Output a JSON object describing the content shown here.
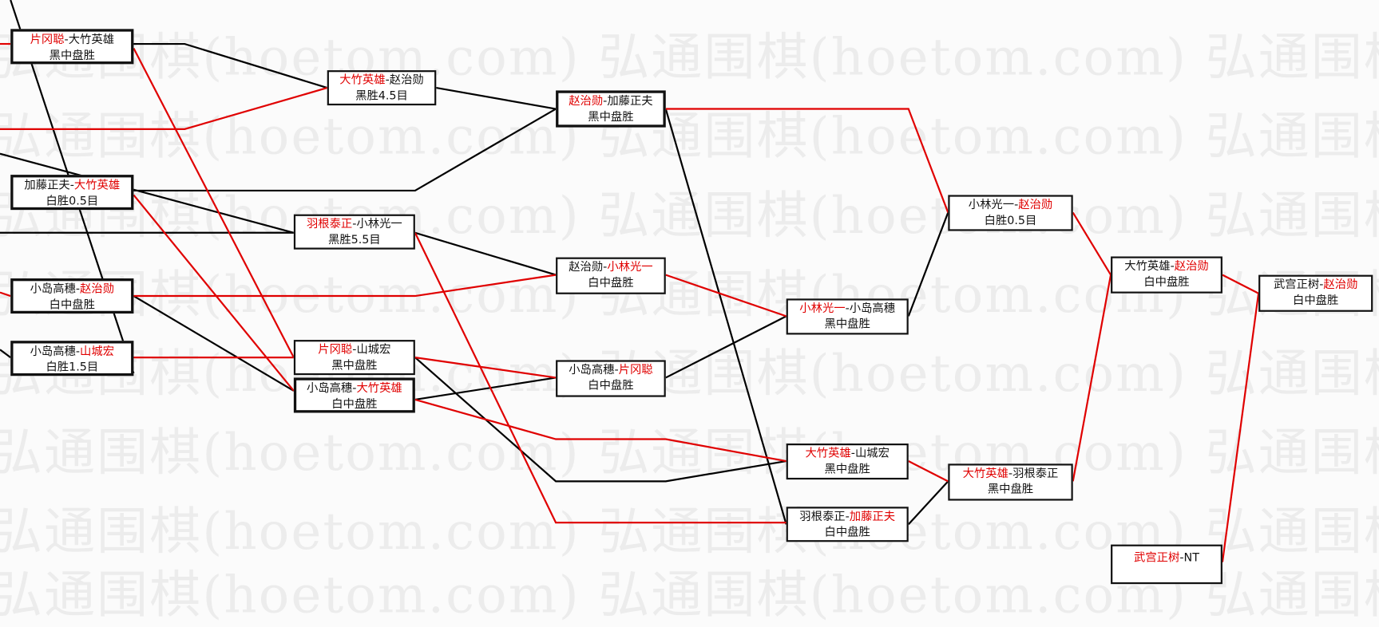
{
  "watermark": "弘通围棋(hoetom.com) 弘通围棋(hoetom.com) 弘通围棋(hoetom.com)",
  "colors": {
    "winner": "#e00000",
    "line_black": "#000000",
    "line_red": "#e00000"
  },
  "separator": "-",
  "games": [
    {
      "p1": "片冈聪",
      "p2": "大竹英雄",
      "result": "黑中盘胜"
    },
    {
      "p1": "加藤正夫",
      "p2": "大竹英雄",
      "result": "白胜0.5目"
    },
    {
      "p1": "小岛高穗",
      "p2": "赵治勋",
      "result": "白中盘胜"
    },
    {
      "p1": "小岛高穗",
      "p2": "山城宏",
      "result": "白胜1.5目"
    },
    {
      "p1": "大竹英雄",
      "p2": "赵治勋",
      "result": "黑胜4.5目"
    },
    {
      "p1": "羽根泰正",
      "p2": "小林光一",
      "result": "黑胜5.5目"
    },
    {
      "p1": "片冈聪",
      "p2": "山城宏",
      "result": "黑中盘胜"
    },
    {
      "p1": "小岛高穗",
      "p2": "大竹英雄",
      "result": "白中盘胜"
    },
    {
      "p1": "赵治勋",
      "p2": "加藤正夫",
      "result": "黑中盘胜"
    },
    {
      "p1": "赵治勋",
      "p2": "小林光一",
      "result": "白中盘胜"
    },
    {
      "p1": "小岛高穗",
      "p2": "片冈聪",
      "result": "白中盘胜"
    },
    {
      "p1": "小林光一",
      "p2": "小岛高穗",
      "result": "黑中盘胜"
    },
    {
      "p1": "大竹英雄",
      "p2": "山城宏",
      "result": "黑中盘胜"
    },
    {
      "p1": "羽根泰正",
      "p2": "加藤正夫",
      "result": "白中盘胜"
    },
    {
      "p1": "小林光一",
      "p2": "赵治勋",
      "result": "白胜0.5目"
    },
    {
      "p1": "大竹英雄",
      "p2": "羽根泰正",
      "result": "黑中盘胜"
    },
    {
      "p1": "大竹英雄",
      "p2": "赵治勋",
      "result": "白中盘胜"
    },
    {
      "p1": "武宫正树",
      "p2": "NT",
      "result": ""
    },
    {
      "p1": "武宫正树",
      "p2": "赵治勋",
      "result": "白中盘胜"
    }
  ]
}
